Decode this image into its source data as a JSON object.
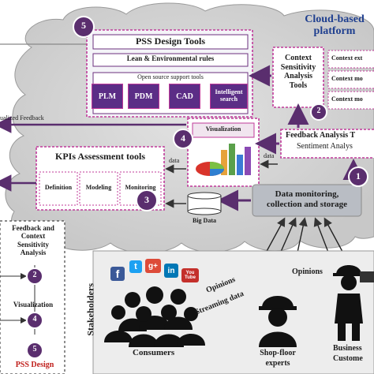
{
  "cloud": {
    "title_line1": "Cloud-based",
    "title_line2": "platform"
  },
  "pss_tools": {
    "title": "PSS Design Tools",
    "lean_rules": "Lean & Environmental rules",
    "open_source": "Open source support tools",
    "plm": "PLM",
    "pdm": "PDM",
    "cad": "CAD",
    "search_line1": "Intelligent",
    "search_line2": "search"
  },
  "context_tools": {
    "line1": "Context",
    "line2": "Sensitivity",
    "line3": "Analysis",
    "line4": "Tools",
    "items": [
      "Context ext",
      "Context mo",
      "Context mo"
    ]
  },
  "visualized_feedback": "ualized Feedback",
  "visualization": "Visualization",
  "feedback_analysis": {
    "title": "Feedback Analysis T",
    "sub": "Sentiment Analys"
  },
  "kpi": {
    "title": "KPIs Assessment tools",
    "definition": "Definition",
    "modeling": "Modeling",
    "monitoring": "Monitoring"
  },
  "data_label_1": "data",
  "data_label_2": "data",
  "big_data": "Big Data",
  "data_monitoring": {
    "line1": "Data monitoring,",
    "line2": "collection and storage"
  },
  "steps": [
    "1",
    "2",
    "3",
    "4",
    "5"
  ],
  "legend": {
    "title_line1": "Feedback and",
    "title_line2": "Context",
    "title_line3": "Sensitivity",
    "title_line4": "Analysis",
    "visualization": "Visualization",
    "pss_design": "PSS Design",
    "n2": "2",
    "n4": "4",
    "n5": "5"
  },
  "stakeholders": "Stakeholders",
  "social_icons": [
    "f",
    "t",
    "g+",
    "in",
    "You Tube"
  ],
  "opinions_1": "Opinions",
  "streaming": "Streaming data",
  "opinions_2": "Opinions",
  "consumers": "Consumers",
  "shop_floor": {
    "line1": "Shop-floor",
    "line2": "experts"
  },
  "business": {
    "line1": "Business",
    "line2": "Custome"
  },
  "colors": {
    "purple": "#6b2f7e",
    "magenta_dashed": "#c03a9a",
    "cloud": "#d6d6d6",
    "tool_fill": "#5b2d86",
    "step_circle": "#5a2e6e"
  }
}
